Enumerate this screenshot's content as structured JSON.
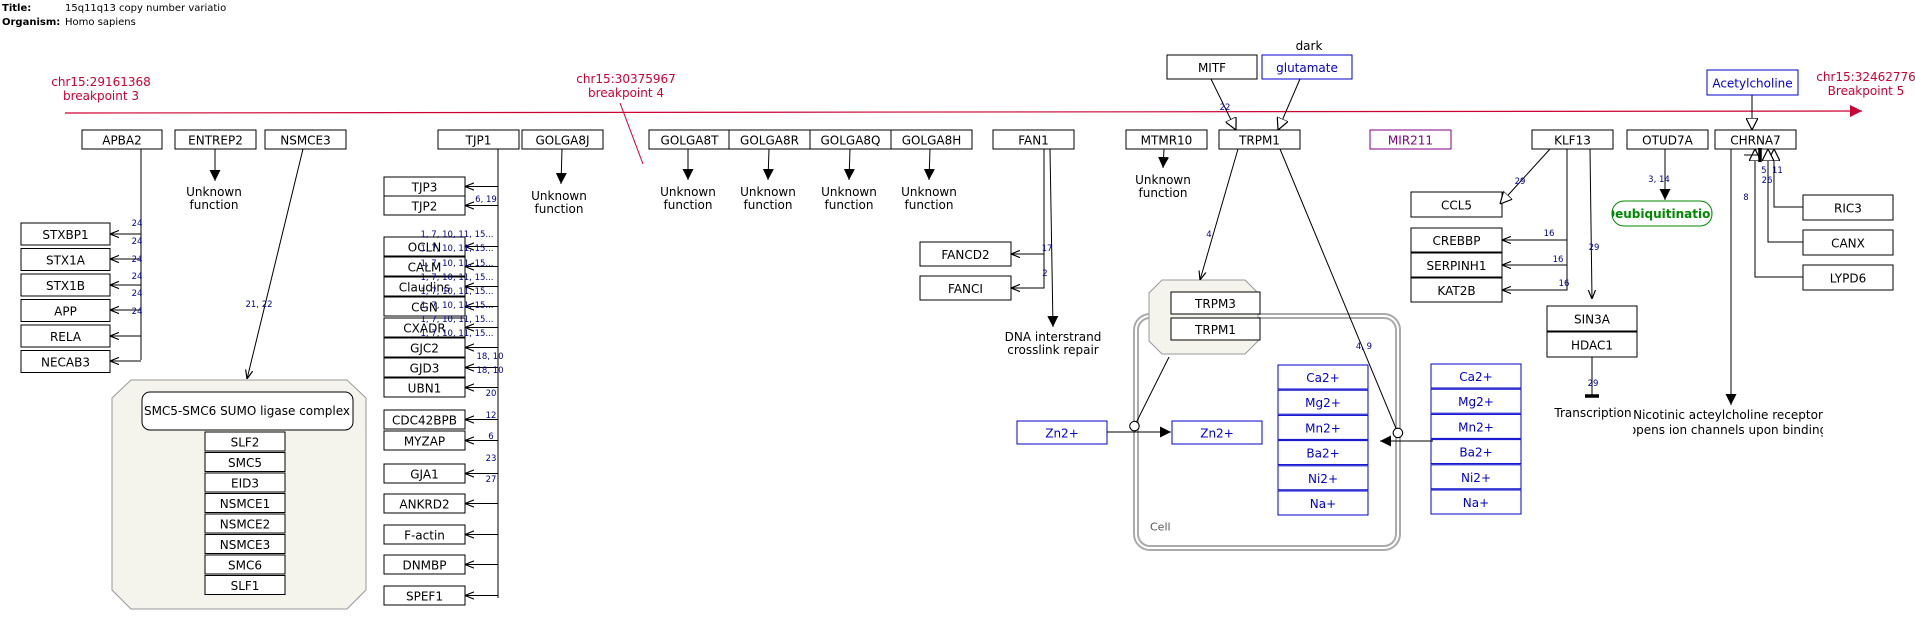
{
  "header": {
    "title_label": "Title:",
    "title": "15q11q13 copy number variatio",
    "organism_label": "Organism:",
    "organism": "Homo sapiens"
  },
  "colors": {
    "gene": "#000000",
    "metabolite": "#0000cc",
    "mirna": "#800080",
    "breakpoint": "#cc0033",
    "pathway": "#008800",
    "edge_label": "#00008b",
    "group_fill": "#f4f4ec",
    "cell": "#aaaaaa"
  },
  "breakpoints": [
    {
      "id": "bp3",
      "lines": [
        "chr15:29161368",
        "breakpoint 3"
      ]
    },
    {
      "id": "bp4",
      "lines": [
        "chr15:30375967",
        "breakpoint 4"
      ]
    },
    {
      "id": "bp5",
      "lines": [
        "chr15:32462776",
        "Breakpoint 5"
      ]
    }
  ],
  "genes": {
    "APBA2": "APBA2",
    "ENTREP2": "ENTREP2",
    "NSMCE3": "NSMCE3",
    "TJP1": "TJP1",
    "GOLGA8J": "GOLGA8J",
    "GOLGA8T": "GOLGA8T",
    "GOLGA8R": "GOLGA8R",
    "GOLGA8Q": "GOLGA8Q",
    "GOLGA8H": "GOLGA8H",
    "FAN1": "FAN1",
    "MTMR10": "MTMR10",
    "TRPM1": "TRPM1",
    "MITF": "MITF",
    "KLF13": "KLF13",
    "OTUD7A": "OTUD7A",
    "CHRNA7": "CHRNA7",
    "STXBP1": "STXBP1",
    "STX1A": "STX1A",
    "STX1B": "STX1B",
    "APP": "APP",
    "RELA": "RELA",
    "NECAB3": "NECAB3",
    "TJP3": "TJP3",
    "TJP2": "TJP2",
    "OCLN": "OCLN",
    "CALM": "CALM",
    "Claudins": "Claudins",
    "CGN": "CGN",
    "CXADR": "CXADR",
    "GJC2": "GJC2",
    "GJD3": "GJD3",
    "UBN1": "UBN1",
    "CDC42BPB": "CDC42BPB",
    "MYZAP": "MYZAP",
    "GJA1": "GJA1",
    "ANKRD2": "ANKRD2",
    "F-actin": "F-actin",
    "DNMBP": "DNMBP",
    "SPEF1": "SPEF1",
    "FANCD2": "FANCD2",
    "FANCI": "FANCI",
    "TRPM3": "TRPM3",
    "TRPM1_cell": "TRPM1",
    "CCL5": "CCL5",
    "CREBBP": "CREBBP",
    "SERPINH1": "SERPINH1",
    "KAT2B": "KAT2B",
    "SIN3A": "SIN3A",
    "HDAC1": "HDAC1",
    "RIC3": "RIC3",
    "CANX": "CANX",
    "LYPD6": "LYPD6",
    "SLF2": "SLF2",
    "SMC5": "SMC5",
    "EID3": "EID3",
    "NSMCE1": "NSMCE1",
    "NSMCE2": "NSMCE2",
    "NSMCE3_c": "NSMCE3",
    "SMC6": "SMC6",
    "SLF1": "SLF1"
  },
  "mirna": {
    "MIR211": "MIR211"
  },
  "metabolites": {
    "glutamate": "glutamate",
    "Acetylcholine": "Acetylcholine",
    "Zn_out": "Zn2+",
    "Zn_in": "Zn2+",
    "ion_left": [
      "Ca2+",
      "Mg2+",
      "Mn2+",
      "Ba2+",
      "Ni2+",
      "Na+"
    ],
    "ion_right": [
      "Ca2+",
      "Mg2+",
      "Mn2+",
      "Ba2+",
      "Ni2+",
      "Na+"
    ]
  },
  "pathway": {
    "deubiquitination": "Deubiquitination"
  },
  "labels": {
    "unknown": [
      "Unknown",
      "function"
    ],
    "dark": "dark",
    "dna_repair": [
      "DNA interstrand",
      "crosslink repair"
    ],
    "transcription": "Transcription",
    "nicotinic": [
      "Nicotinic acteylcholine receptor",
      "opens ion channels upon binding"
    ],
    "cell": "Cell",
    "complex": "SMC5-SMC6 SUMO ligase complex"
  },
  "edge_labels": {
    "l24": "24",
    "l21_22": "21, 22",
    "l6_19": "6, 19",
    "l_multi": "1, 7, 10, 11, 15...",
    "l18_10": "18, 10",
    "l20": "20",
    "l12": "12",
    "l6": "6",
    "l23": "23",
    "l27": "27",
    "l17": "17",
    "l2": "2",
    "l22": "22",
    "l4": "4",
    "l4_9": "4, 9",
    "l29": "29",
    "l16": "16",
    "l3_14": "3, 14",
    "l5_11": "5, 11",
    "l26": "26",
    "l8": "8"
  }
}
